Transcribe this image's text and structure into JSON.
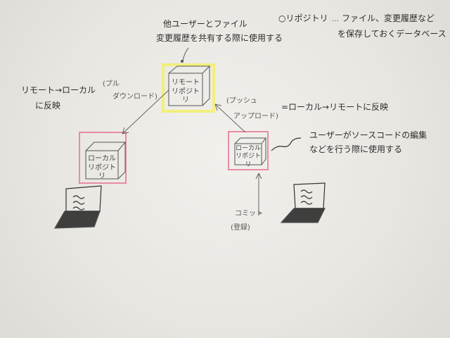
{
  "repository_definition": {
    "term": "○リポジトリ",
    "ellipsis": "…",
    "line1": "ファイル、変更履歴など",
    "line2": "を保存しておくデータベース"
  },
  "remote_repo": {
    "label_line1": "リモート",
    "label_line2": "リポジトリ",
    "note_line1": "他ユーザーとファイル",
    "note_line2": "変更履歴を共有する際に使用する",
    "highlight_color": "#f2f06a"
  },
  "local_repo_left": {
    "label_line1": "ローカル",
    "label_line2": "リポジトリ",
    "highlight_color": "#e77a9a"
  },
  "local_repo_right": {
    "label_line1": "ローカル",
    "label_line2": "リポジトリ",
    "note_line1": "ユーザーがソースコードの編集",
    "note_line2": "などを行う際に使用する",
    "highlight_color": "#e77a9a"
  },
  "pull": {
    "name_line1": "(プル",
    "name_line2": "ダウンロード)",
    "effect_line1": "リモート→ローカル",
    "effect_line2": "に反映"
  },
  "push": {
    "name_line1": "(プッシュ",
    "name_line2": "アップロード)",
    "effect": "=ローカル→リモートに反映"
  },
  "commit": {
    "line1": "コミット",
    "line2": "(登録)"
  },
  "icons": [
    "cube-icon",
    "laptop-icon"
  ]
}
